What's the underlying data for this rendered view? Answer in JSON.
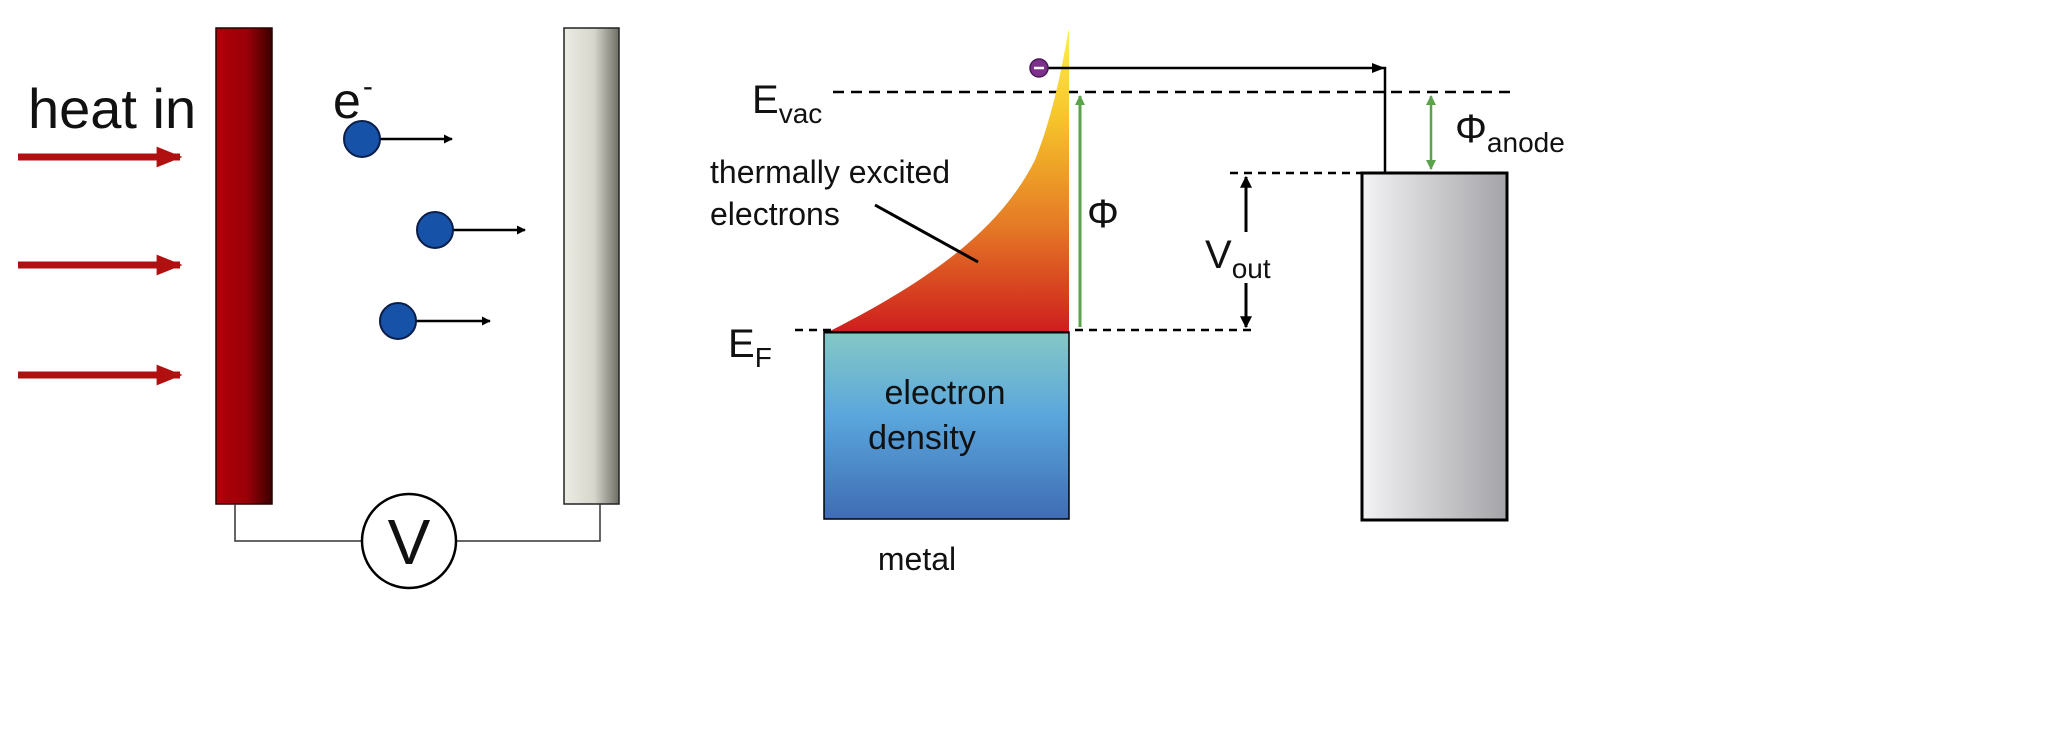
{
  "left_panel": {
    "heat_label": "heat in",
    "electron_label": "e",
    "electron_charge": "-",
    "voltmeter_label": "V"
  },
  "right_panel": {
    "e_vac": {
      "main": "E",
      "sub": "vac"
    },
    "e_f": {
      "main": "E",
      "sub": "F"
    },
    "phi": "Φ",
    "phi_anode": {
      "main": "Φ",
      "sub": "anode"
    },
    "v_out": {
      "main": "V",
      "sub": "out"
    },
    "thermal_label_line1": "thermally excited",
    "thermal_label_line2": "electrons",
    "density_line1": "electron",
    "density_line2": "density",
    "metal_label": "metal"
  },
  "colors": {
    "heat_arrow": "#b01010",
    "cathode": "#a80008",
    "electron_fill": "#1652a8",
    "phi_arrow": "#5aa34a",
    "emitted_electron": "#7d2f8c"
  }
}
